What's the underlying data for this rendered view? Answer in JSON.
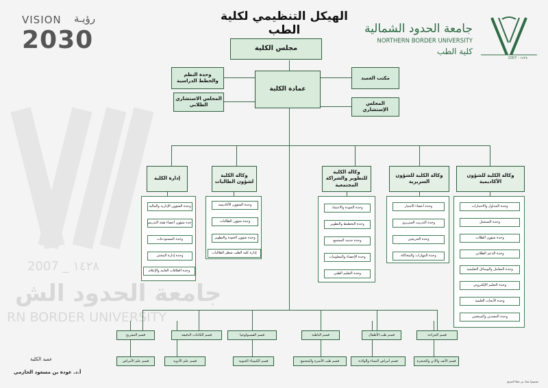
{
  "title": "الهيكل التنظيمي لكلية الطب",
  "vision": {
    "label": "VISION",
    "label_ar": "رؤيـة",
    "year": "2030"
  },
  "university": {
    "name_ar": "جامعة الحدود الشمالية",
    "name_en": "NORTHERN BORDER UNIVERSITY",
    "college": "كلية الطب",
    "years": "2007 - ١٤٢٨"
  },
  "watermark": {
    "years": "2007 _ ١٤٢٨",
    "name_ar": "جامعة الحدود الش",
    "name_en": "RN BORDER UNIVERSITY"
  },
  "top": {
    "council": "مجلس الكلية",
    "dean": "عمادة الكلية",
    "left_upper": "وحدة النظم والخطط الدراسية",
    "left_lower": "المجلس الاستشاري الطلابي",
    "right_upper": "مكتب العميد",
    "right_lower": "المجلس الإستشاري"
  },
  "columns": [
    {
      "head": "إدارة الكلية",
      "units": [
        "وحدة الشؤون الإدارية والمالية",
        "وحدة شؤون أعضاء هيئة التدريس",
        "وحدة المستودعات",
        "وحدة إدارة المختبر",
        "وحدة العلاقات العامة والإعلام"
      ]
    },
    {
      "head": "وكالة الكلية لشؤون الطالبات",
      "units": [
        "وحدة الشؤون الأكاديمية",
        "وحدة شؤون الطالبات",
        "وحدة شؤون الجودة والتطوير",
        "إدارة كلية الطب شطر الطالبات"
      ]
    },
    {
      "head": "وكالة الكلية للتطوير والشراكة المجتمعية",
      "units": [
        "وحدة الجودة والاعتماد",
        "وحدة التخطيط والتطوير",
        "وحدة خدمة المجتمع",
        "وحدة الإحصاء والمعلومات",
        "وحدة التعليم الطبي"
      ]
    },
    {
      "head": "وكالة الكلية للشؤون السريرية",
      "units": [
        "وحدة أعضاء الامتياز",
        "وحدة التدريب السريري",
        "وحدة الخريجين",
        "وحدة المهارات والمحاكاة"
      ]
    },
    {
      "head": "وكالة الكلية للشؤون الأكاديمية",
      "units": [
        "وحدة الجداول والاختبارات",
        "وحدة التسجيل",
        "وحدة شؤون الطلاب",
        "وحدة الدعم الطلابي",
        "وحدة المعامل والوسائل التعليمية",
        "وحدة التعليم الإلكتروني",
        "وحدة الأبحاث العلمية",
        "وحدة المعيدين والمبتعثين"
      ]
    }
  ],
  "departments_row1": [
    "قسم التشريح",
    "قسم الكائنات الدقيقة",
    "قسم الفسيولوجيا",
    "قسم الباطنة",
    "قسم طب الأطفال",
    "قسم الجراحة"
  ],
  "departments_row2": [
    "قسم علم الأمراض",
    "قسم علم الأدوية",
    "قسم الكيمياء الحيوية",
    "قسم طب الأسرة والمجتمع",
    "قسم أمراض النساء والولادة",
    "قسم الأنف والأذن والحنجرة"
  ],
  "signature": {
    "role": "عميد الكلية",
    "name": "أ.د. عودة بن مسعود الحازمي"
  },
  "credit": "تصميم/ معاذ بن عقلا العنزي"
}
